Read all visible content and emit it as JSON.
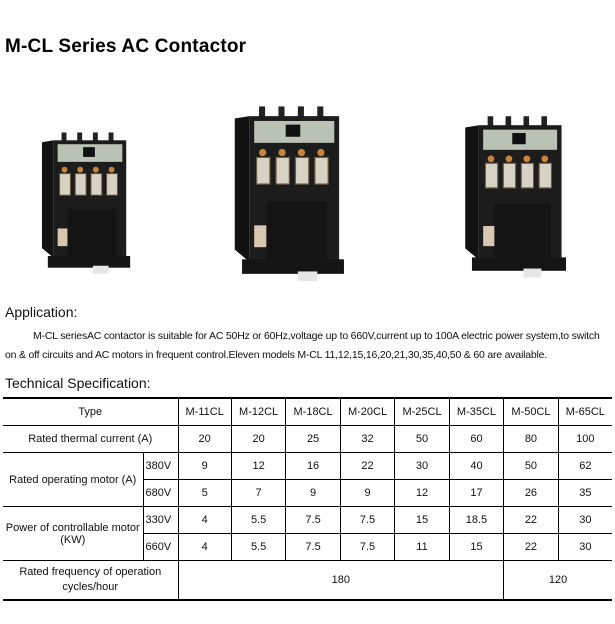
{
  "title": "M-CL Series AC Contactor",
  "application": {
    "heading": "Application:",
    "text": "M-CL seriesAC contactor is suitable for AC 50Hz or 60Hz,voltage up to 660V,current up to 100A electric power system,to switch on & off circuits and AC motors in frequent control.Eleven models M-CL 11,12,15,16,20,21,30,35,40,50 & 60 are available."
  },
  "spec": {
    "heading": "Technical Specification:",
    "type_label": "Type",
    "models": [
      "M-11CL",
      "M-12CL",
      "M-18CL",
      "M-20CL",
      "M-25CL",
      "M-35CL",
      "M-50CL",
      "M-65CL"
    ],
    "thermal": {
      "label": "Rated thermal current (A)",
      "values": [
        "20",
        "20",
        "25",
        "32",
        "50",
        "60",
        "80",
        "100"
      ]
    },
    "operating": {
      "label": "Rated operating motor (A)",
      "rows": [
        {
          "voltage": "380V",
          "values": [
            "9",
            "12",
            "16",
            "22",
            "30",
            "40",
            "50",
            "62"
          ]
        },
        {
          "voltage": "680V",
          "values": [
            "5",
            "7",
            "9",
            "9",
            "12",
            "17",
            "26",
            "35"
          ]
        }
      ]
    },
    "power": {
      "label": "Power of controllable motor (KW)",
      "rows": [
        {
          "voltage": "330V",
          "values": [
            "4",
            "5.5",
            "7.5",
            "7.5",
            "15",
            "18.5",
            "22",
            "30"
          ]
        },
        {
          "voltage": "660V",
          "values": [
            "4",
            "5.5",
            "7.5",
            "7.5",
            "11",
            "15",
            "22",
            "30"
          ]
        }
      ]
    },
    "frequency": {
      "label_line1": "Rated frequency of operation",
      "label_line2": "cycles/hour",
      "value_a": "180",
      "value_b": "120"
    }
  }
}
